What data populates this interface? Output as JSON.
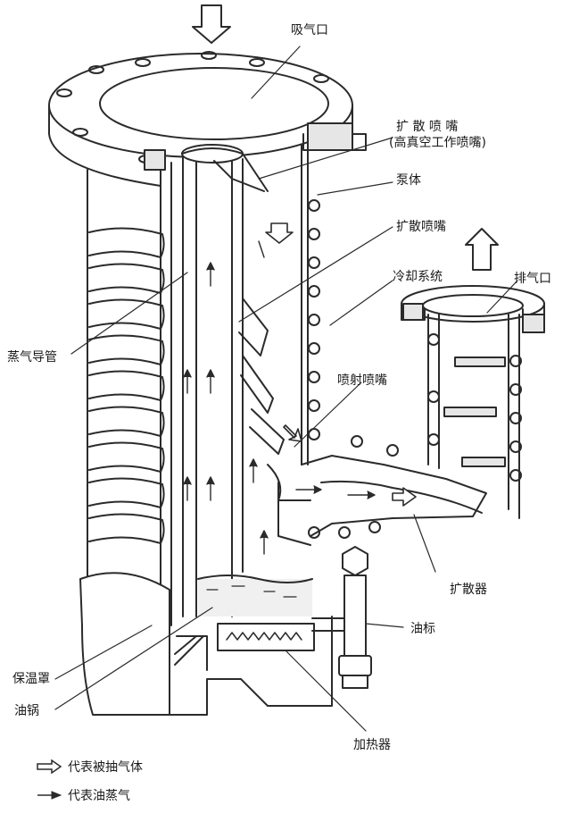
{
  "labels": {
    "inlet": "吸气口",
    "diffusion_nozzle_hv_line1": "扩 散 喷 嘴",
    "diffusion_nozzle_hv_line2": "(高真空工作喷嘴)",
    "pump_body": "泵体",
    "diffusion_nozzle": "扩散喷嘴",
    "cooling_system": "冷却系统",
    "exhaust": "排气口",
    "vapor_guide": "蒸气导管",
    "jet_nozzle": "喷射喷嘴",
    "diffuser": "扩散器",
    "oil_gauge": "油标",
    "insulation_cover": "保温罩",
    "oil_boiler": "油锅",
    "heater": "加热器"
  },
  "legend": {
    "pumped_gas": "代表被抽气体",
    "oil_vapor": "代表油蒸气"
  },
  "colors": {
    "line": "#2b2b2b",
    "text": "#1a1a1a",
    "shade": "#e6e6e6",
    "oil": "#f0f0f0"
  }
}
